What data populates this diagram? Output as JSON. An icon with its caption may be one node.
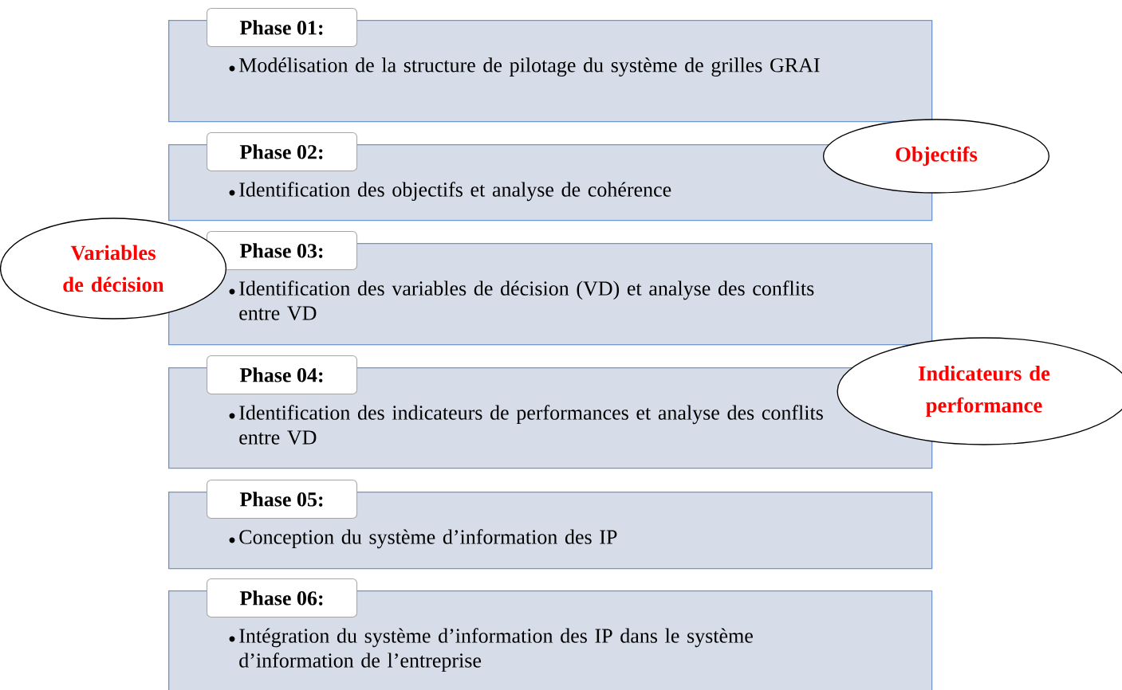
{
  "diagram": {
    "nodes": [
      {
        "text": [
          "Phase 01:",
          "Modélisation de la structure de pilotage du système de grilles GRAI"
        ]
      },
      {
        "text": [
          "Phase 02:",
          "Identification des objectifs et analyse de cohérence"
        ]
      },
      {
        "text": [
          "Objectifs"
        ]
      },
      {
        "text": [
          "Variables de décision"
        ]
      },
      {
        "text": [
          "Phase 03:",
          "Identification des variables de décision (VD) et analyse des conflits entre VD"
        ]
      },
      {
        "text": [
          "Phase 04:",
          "Identification des indicateurs de performances et analyse des conflits entre VD"
        ]
      },
      {
        "text": [
          "Indicateurs de performance"
        ]
      },
      {
        "text": [
          "Phase 05:",
          "Conception du système d’information des IP"
        ]
      },
      {
        "text": [
          "Phase 06:",
          "Intégration du système d’information des IP dans le système d’information de l’entreprise"
        ]
      }
    ]
  }
}
